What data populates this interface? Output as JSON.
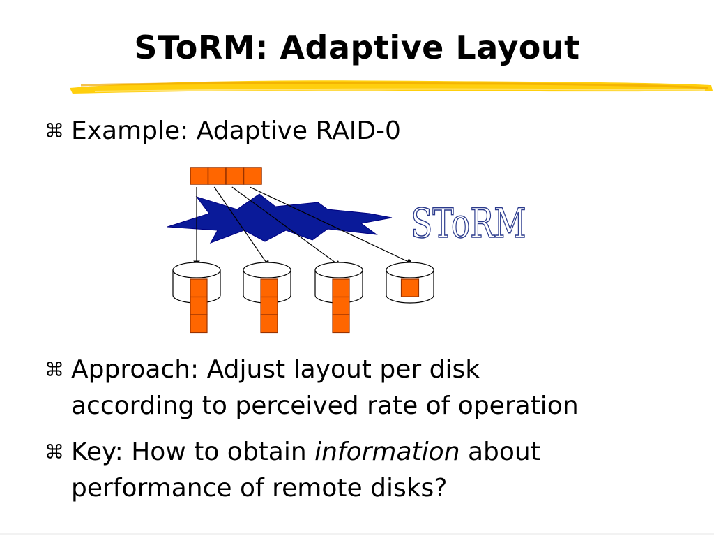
{
  "slide": {
    "title": "SToRM: Adaptive Layout",
    "bullet_glyph": "⌘",
    "bullets": [
      {
        "text": "Example: Adaptive RAID-0"
      },
      {
        "line1": "Approach: Adjust layout per disk",
        "line2": "according to perceived rate of operation"
      },
      {
        "line1_before": "Key: How to obtain ",
        "line1_emphasis": "information",
        "line1_after": " about",
        "line2": "performance of remote disks?"
      }
    ]
  },
  "diagram": {
    "network_label": "SToRM",
    "source_block_count": 4,
    "disks": [
      {
        "blocks": 3
      },
      {
        "blocks": 3
      },
      {
        "blocks": 3
      },
      {
        "blocks": 1
      }
    ]
  },
  "colors": {
    "block_fill": "#ff6600",
    "block_stroke": "#993300",
    "network_fill": "#0a1a99",
    "label_fill": "#ffffff",
    "label_stroke": "#2a3a8c",
    "underline": "#ffcc00"
  }
}
